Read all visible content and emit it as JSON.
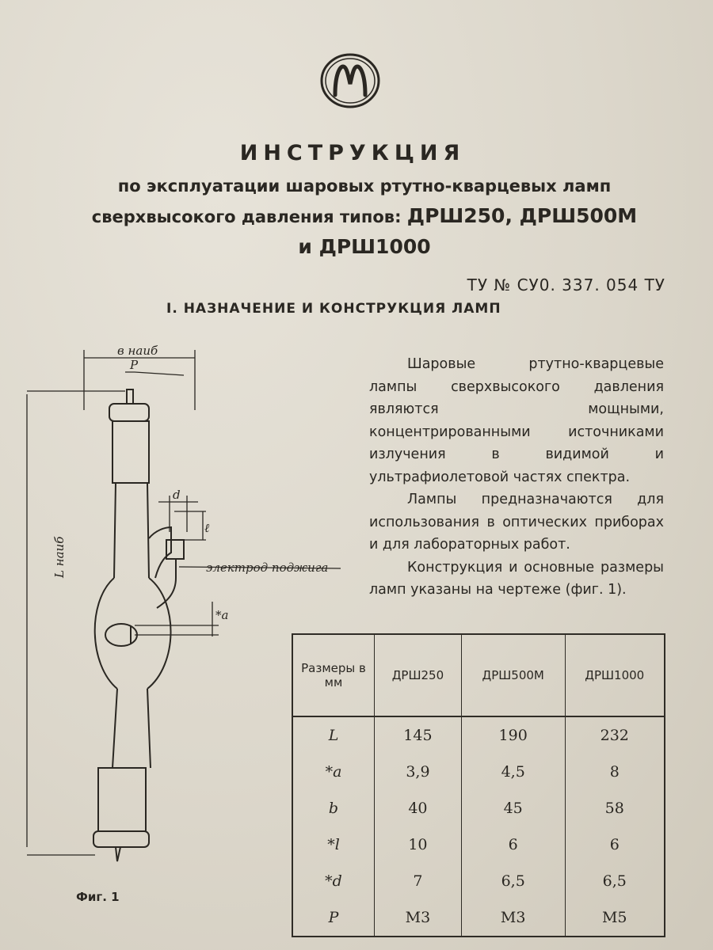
{
  "header": {
    "logo_icon": "factory-m-logo",
    "title": "ИНСТРУКЦИЯ",
    "subtitle_line1": "по эксплуатации шаровых ртутно-кварцевых ламп",
    "subtitle_line2_a": "сверхвысокого давления типов: ",
    "subtitle_line2_b": "ДРШ250, ДРШ500М",
    "subtitle_line3": "и ДРШ1000",
    "tu": "ТУ № СУ0. 337. 054 ТУ"
  },
  "section": {
    "heading": "I. НАЗНАЧЕНИЕ И КОНСТРУКЦИЯ ЛАМП",
    "paragraphs": [
      "Шаровые ртутно-кварцевые лампы сверхвысокого давления являются мощными, концентрированными источниками излучения в видимой и ультрафиолетовой частях спектра.",
      "Лампы предназначаются для использования в оптических приборах и для лабораторных работ.",
      "Конструкция и основные размеры ламп указаны на чертеже (фиг. 1)."
    ]
  },
  "figure": {
    "caption": "Фиг. 1",
    "labels": {
      "b_max": "в наиб",
      "p": "P",
      "d": "d",
      "l": "ℓ",
      "ignition": "электрод поджига",
      "a": "*а",
      "L_max": "L наиб"
    }
  },
  "table": {
    "header_param": "Размеры в мм",
    "columns": [
      "ДРШ250",
      "ДРШ500М",
      "ДРШ1000"
    ],
    "rows": [
      {
        "param": "L",
        "values": [
          "145",
          "190",
          "232"
        ]
      },
      {
        "param": "*a",
        "values": [
          "3,9",
          "4,5",
          "8"
        ]
      },
      {
        "param": "b",
        "values": [
          "40",
          "45",
          "58"
        ]
      },
      {
        "param": "*l",
        "values": [
          "10",
          "6",
          "6"
        ]
      },
      {
        "param": "*d",
        "values": [
          "7",
          "6,5",
          "6,5"
        ]
      },
      {
        "param": "P",
        "values": [
          "М3",
          "М3",
          "М5"
        ]
      }
    ]
  }
}
